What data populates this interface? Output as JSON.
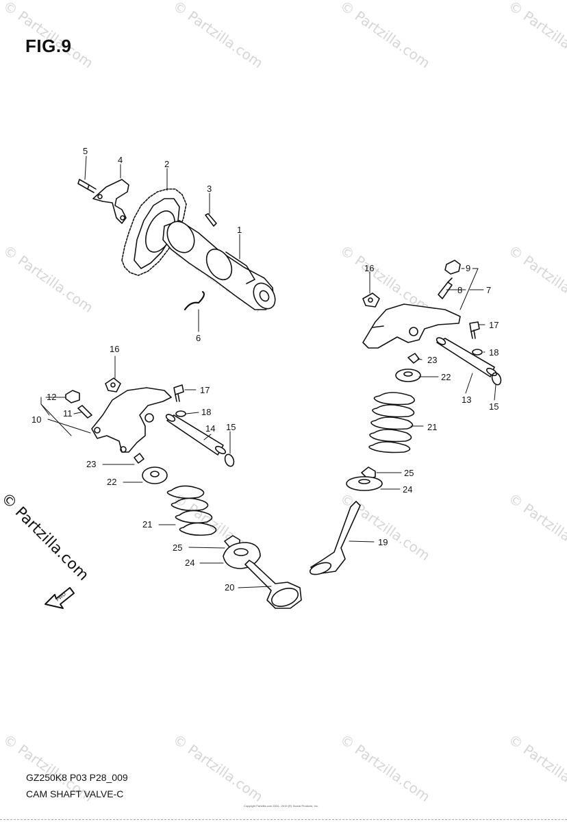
{
  "figure": {
    "title": "FIG.9",
    "code": "GZ250K8 P03 P28_009",
    "name": "CAM SHAFT VALVE-C",
    "copyright": "Copyright Partzilla.com 2004 - 2019 (R) Suzuki Products, Inc."
  },
  "watermark": {
    "text": "© Partzilla.com",
    "main_text": "© Partzilla.com"
  },
  "fwd_arrow": {
    "label": "FWD"
  },
  "callouts": [
    {
      "id": "c1",
      "label": "1"
    },
    {
      "id": "c2",
      "label": "2"
    },
    {
      "id": "c3",
      "label": "3"
    },
    {
      "id": "c4",
      "label": "4"
    },
    {
      "id": "c5",
      "label": "5"
    },
    {
      "id": "c6",
      "label": "6"
    },
    {
      "id": "c7",
      "label": "7"
    },
    {
      "id": "c8",
      "label": "8"
    },
    {
      "id": "c9",
      "label": "9"
    },
    {
      "id": "c10",
      "label": "10"
    },
    {
      "id": "c11",
      "label": "11"
    },
    {
      "id": "c12",
      "label": "12"
    },
    {
      "id": "c13",
      "label": "13"
    },
    {
      "id": "c14",
      "label": "14"
    },
    {
      "id": "c15a",
      "label": "15"
    },
    {
      "id": "c15b",
      "label": "15"
    },
    {
      "id": "c16a",
      "label": "16"
    },
    {
      "id": "c16b",
      "label": "16"
    },
    {
      "id": "c17a",
      "label": "17"
    },
    {
      "id": "c17b",
      "label": "17"
    },
    {
      "id": "c18a",
      "label": "18"
    },
    {
      "id": "c18b",
      "label": "18"
    },
    {
      "id": "c19",
      "label": "19"
    },
    {
      "id": "c20",
      "label": "20"
    },
    {
      "id": "c21a",
      "label": "21"
    },
    {
      "id": "c21b",
      "label": "21"
    },
    {
      "id": "c22a",
      "label": "22"
    },
    {
      "id": "c22b",
      "label": "22"
    },
    {
      "id": "c23a",
      "label": "23"
    },
    {
      "id": "c23b",
      "label": "23"
    },
    {
      "id": "c24a",
      "label": "24"
    },
    {
      "id": "c24b",
      "label": "24"
    },
    {
      "id": "c25a",
      "label": "25"
    },
    {
      "id": "c25b",
      "label": "25"
    }
  ]
}
